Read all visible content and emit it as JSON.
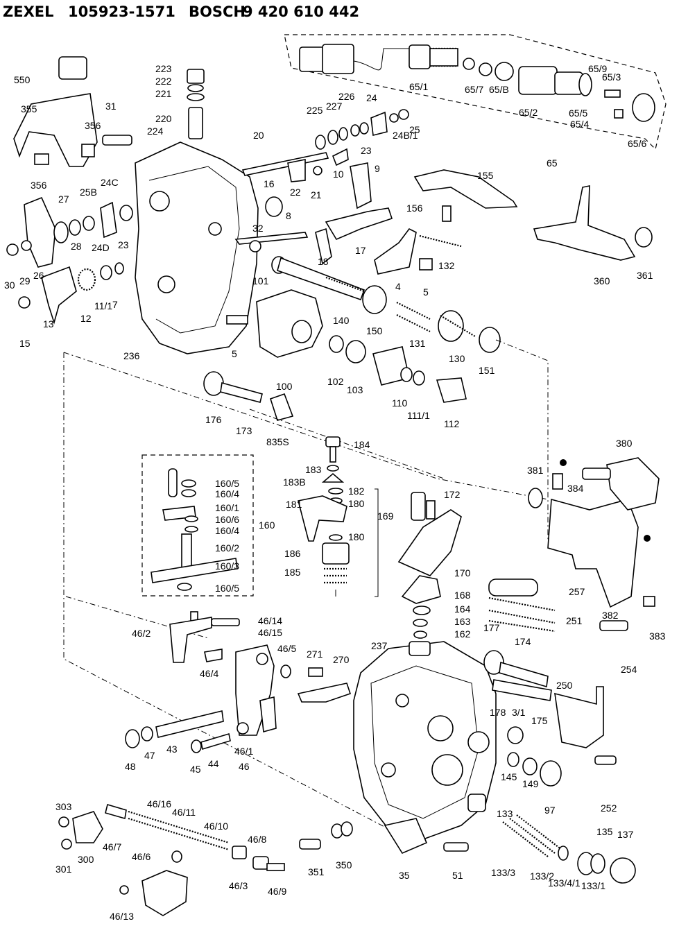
{
  "header": {
    "brand_left": "ZEXEL",
    "number_left": "105923-1571",
    "brand_right": "BOSCH",
    "number_right": "9 420 610 442"
  },
  "labels": [
    "550",
    "355",
    "356",
    "356",
    "31",
    "224",
    "223",
    "222",
    "221",
    "220",
    "20",
    "16",
    "22",
    "21",
    "225",
    "227",
    "226",
    "24",
    "23",
    "24B/1",
    "25",
    "10",
    "9",
    "155",
    "156",
    "65/1",
    "65/7",
    "65/B",
    "65/2",
    "65/9",
    "65/3",
    "65/5",
    "65/4",
    "65/6",
    "65",
    "24C",
    "27",
    "25B",
    "28",
    "24D",
    "23",
    "32",
    "8",
    "18",
    "17",
    "30",
    "29",
    "26",
    "13",
    "12",
    "11/1",
    "7",
    "101",
    "15",
    "236",
    "5",
    "132",
    "4",
    "5",
    "360",
    "361",
    "140",
    "150",
    "131",
    "130",
    "151",
    "100",
    "102",
    "103",
    "110",
    "111/1",
    "112",
    "176",
    "173",
    "835S",
    "184",
    "183",
    "183B",
    "182",
    "180",
    "181",
    "180",
    "186",
    "185",
    "160/5",
    "160/4",
    "160/1",
    "160/6",
    "160/4",
    "160/2",
    "160/3",
    "160/5",
    "160",
    "172",
    "169",
    "170",
    "168",
    "164",
    "163",
    "162",
    "380",
    "381",
    "384",
    "257",
    "251",
    "382",
    "383",
    "254",
    "46/14",
    "46/15",
    "46/2",
    "46/4",
    "46/5",
    "271",
    "270",
    "237",
    "177",
    "174",
    "250",
    "178",
    "3/1",
    "175",
    "48",
    "47",
    "43",
    "45",
    "44",
    "46/1",
    "46",
    "145",
    "149",
    "97",
    "252",
    "303",
    "301",
    "300",
    "46/7",
    "46/16",
    "46/11",
    "46/10",
    "46/6",
    "46/8",
    "46/3",
    "46/9",
    "46/13",
    "351",
    "350",
    "35",
    "51",
    "133",
    "133/3",
    "133/2",
    "133/4/1",
    "133/1",
    "135",
    "137"
  ]
}
